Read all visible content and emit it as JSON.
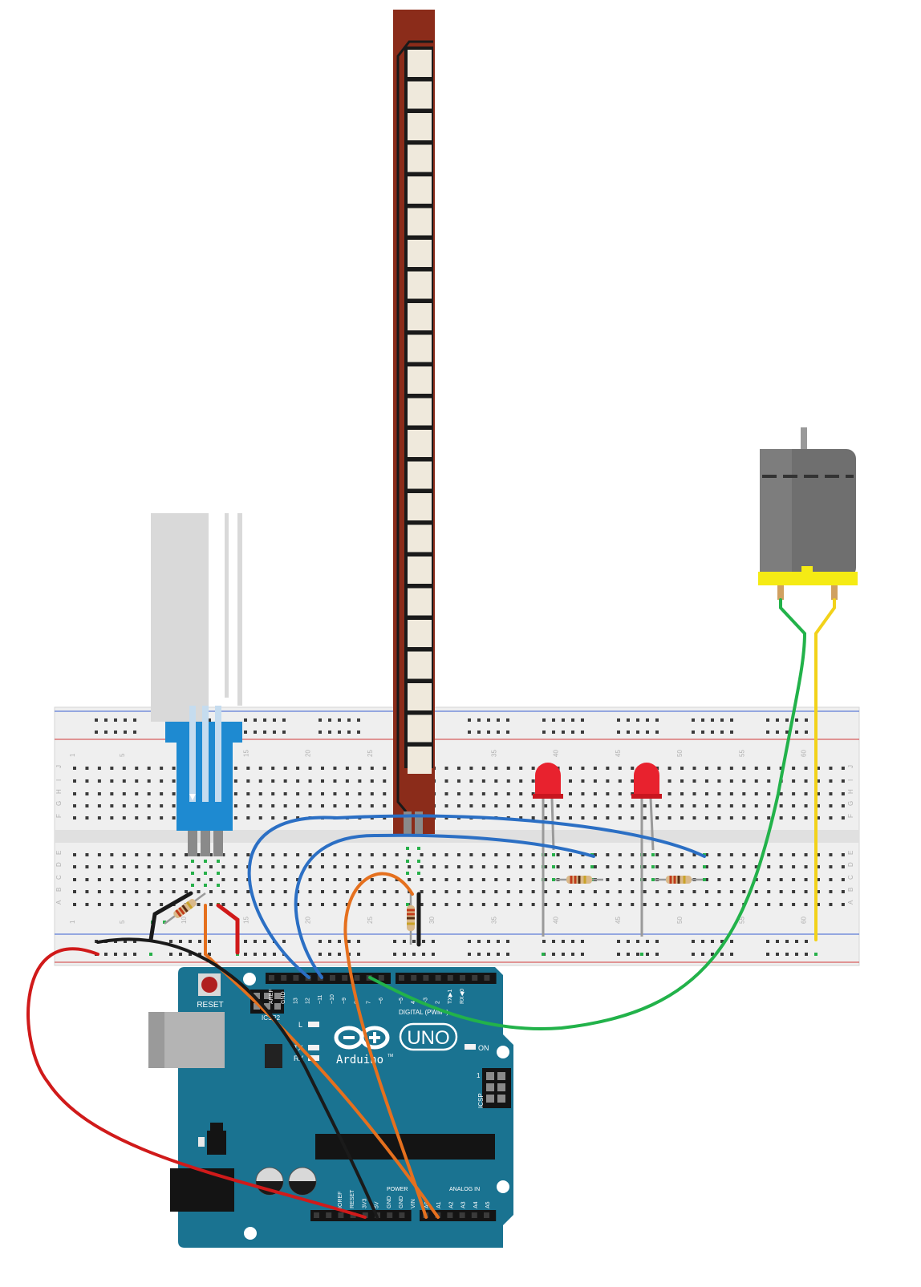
{
  "breadboard": {
    "column_numbers": [
      "1",
      "5",
      "10",
      "15",
      "20",
      "25",
      "30",
      "35",
      "40",
      "45",
      "50",
      "55",
      "60"
    ],
    "row_letters_top": [
      "J",
      "I",
      "H",
      "G",
      "F"
    ],
    "row_letters_bottom": [
      "E",
      "D",
      "C",
      "B",
      "A"
    ]
  },
  "arduino": {
    "reset_label": "RESET",
    "icsp2_label": "ICSP2",
    "icsp_label": "ICSP",
    "led_l_label": "L",
    "tx_label": "TX",
    "rx_label": "RX",
    "on_label": "ON",
    "brand_label": "Arduino",
    "tm_label": "TM",
    "model_label": "UNO",
    "digital_label": "DIGITAL (PWM~)",
    "power_label": "POWER",
    "analog_label": "ANALOG IN",
    "icsp_pin1_label": "1",
    "digital_pins": [
      "AREF",
      "GND",
      "13",
      "12",
      "~11",
      "~10",
      "~9",
      "8",
      "7",
      "~6",
      "~5",
      "4",
      "~3",
      "2",
      "TX▶1",
      "RX◀0"
    ],
    "power_pins": [
      "IOREF",
      "RESET",
      "3V3",
      "5V",
      "GND",
      "GND",
      "VIN"
    ],
    "analog_pins": [
      "A0",
      "A1",
      "A2",
      "A3",
      "A4",
      "A5"
    ]
  },
  "colors": {
    "wire_red": "#d01a1a",
    "wire_black": "#1a1a1a",
    "wire_blue": "#2b6fc4",
    "wire_orange": "#e5701e",
    "wire_green": "#22b24a",
    "wire_yellow": "#f2d21a",
    "arduino_board": "#1a7391",
    "breadboard": "#efefef",
    "flex_sensor": "#8b2c1a",
    "led": "#e8222e",
    "servo": "#1e8ad1",
    "motor_cap": "#f5eb14"
  }
}
